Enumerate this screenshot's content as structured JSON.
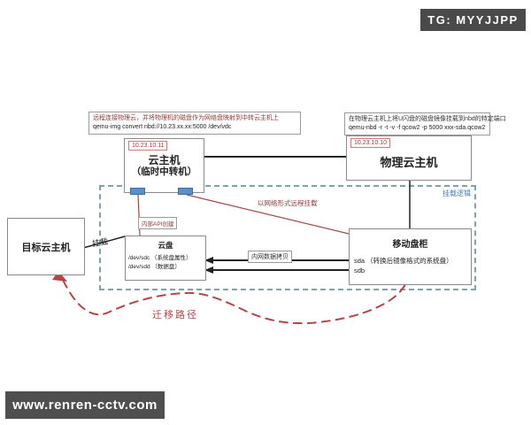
{
  "badge": {
    "text": "TG: MYYJJPP"
  },
  "watermark": {
    "text": "www.renren-cctv.com"
  },
  "annotations": {
    "left": {
      "line1": "远程连接物理云，并将物理机的磁盘作为网络盘映射到中转云主机上",
      "line2": "qemu-img convert nbd://10.23.xx.xx:5000 /dev/vdc"
    },
    "right": {
      "line1": "在物理云主机上将U闪盘的磁盘镜像挂载到nbd的特定端口",
      "line2": "qemu-nbd -r -t -v -f qcow2 -p 5000 xxx-sda.qcow2"
    }
  },
  "nodes": {
    "transit_host": {
      "ip": "10.23.10.11",
      "title": "云主机",
      "subtitle": "（临时中转机）"
    },
    "physical_host": {
      "ip": "10.23.10.10",
      "title": "物理云主机"
    },
    "target_host": {
      "title": "目标云主机"
    },
    "cloud_disk": {
      "title": "云盘",
      "disk1": "/dev/sdc （系统盘属性）",
      "disk2": "/dev/sdd （数据盘）"
    },
    "mobile_cabinet": {
      "title": "移动盘柜",
      "disk1": "sda （转换后镜像格式的系统盘）",
      "disk2": "sdb"
    }
  },
  "labels": {
    "mount_logic": "挂载逻辑",
    "internal_api": "内部API创建",
    "network_mount": "以网络形式远程挂载",
    "intranet_copy": "内网数据拷贝",
    "mount": "挂载",
    "migration_path": "迁移路径"
  },
  "colors": {
    "badge_bg": "#4a4a4a",
    "note_red": "#8b3a3a",
    "ip_red": "#b03434",
    "dashed_region": "#7fa3ad",
    "mount_logic_blue": "#4a7fb5",
    "red_line": "#a04848",
    "migration_red": "#b54545",
    "port_blue": "#5b8fc9",
    "connector_black": "#222222"
  }
}
